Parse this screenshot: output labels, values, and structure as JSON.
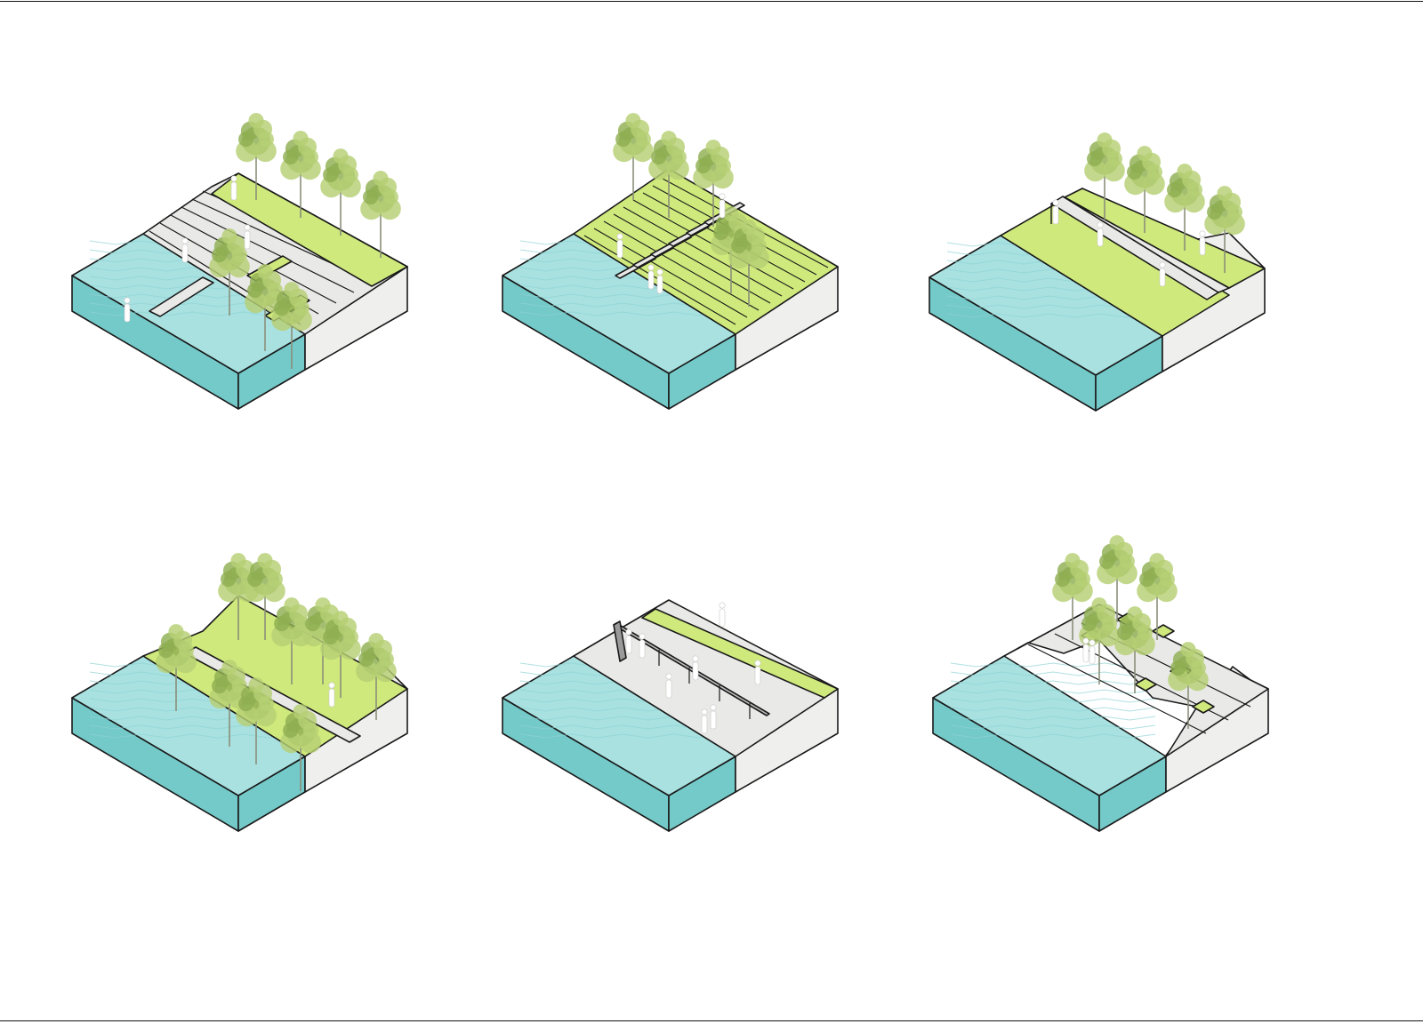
{
  "colors": {
    "water_top": "#a9e1e1",
    "water_side": "#74c9c9",
    "water_wave": "#8fd3d4",
    "grass": "#cfe97c",
    "grass_dark": "#bcd968",
    "paving": "#e9e9e8",
    "paving_edge": "#d4d4d3",
    "earth_side": "#efefee",
    "outline": "#1a1a1a",
    "tree_leaf": "#b6cf74",
    "tree_leaf_dark": "#8fae52",
    "trunk": "#8a8f7a",
    "figure": "#ffffff"
  },
  "diagrams": [
    {
      "id": "terraced-steps-with-pier",
      "icon": "terrace-icon"
    },
    {
      "id": "green-stepped-seating",
      "icon": "seating-icon"
    },
    {
      "id": "grass-slope-with-wall",
      "icon": "wall-icon"
    },
    {
      "id": "wooded-grass-embankment",
      "icon": "forest-icon"
    },
    {
      "id": "promenade-with-canopy",
      "icon": "canopy-icon"
    },
    {
      "id": "stepped-plaza-with-planters",
      "icon": "plaza-icon"
    }
  ]
}
